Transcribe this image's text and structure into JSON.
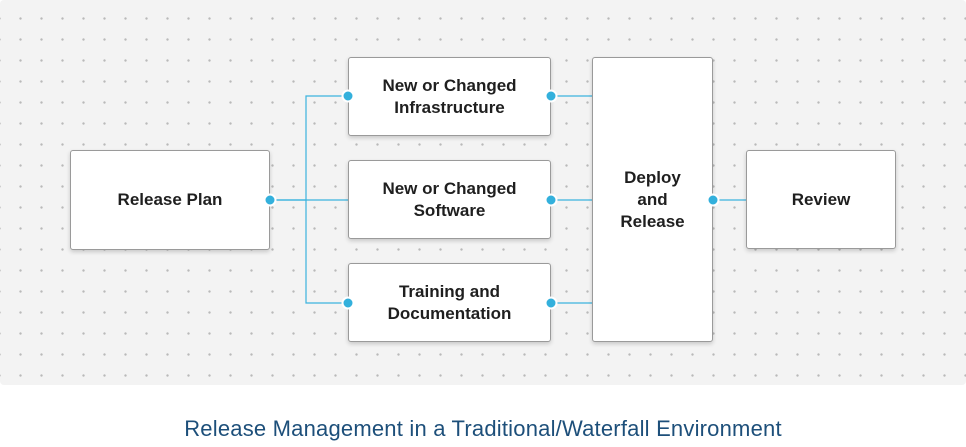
{
  "diagram": {
    "nodes": {
      "release_plan": "Release Plan",
      "infrastructure": "New or Changed\nInfrastructure",
      "software": "New or Changed\nSoftware",
      "training": "Training and\nDocumentation",
      "deploy": "Deploy\nand\nRelease",
      "review": "Review"
    },
    "edges": [
      {
        "from": "release_plan",
        "to": "infrastructure"
      },
      {
        "from": "release_plan",
        "to": "software"
      },
      {
        "from": "release_plan",
        "to": "training"
      },
      {
        "from": "infrastructure",
        "to": "deploy"
      },
      {
        "from": "software",
        "to": "deploy"
      },
      {
        "from": "training",
        "to": "deploy"
      },
      {
        "from": "deploy",
        "to": "review"
      }
    ],
    "colors": {
      "connector": "#3bb3de",
      "dot": "#33b0dc",
      "caption": "#1d4f7a",
      "border": "#9a9a9a"
    }
  },
  "caption": "Release Management in a Traditional/Waterfall Environment"
}
